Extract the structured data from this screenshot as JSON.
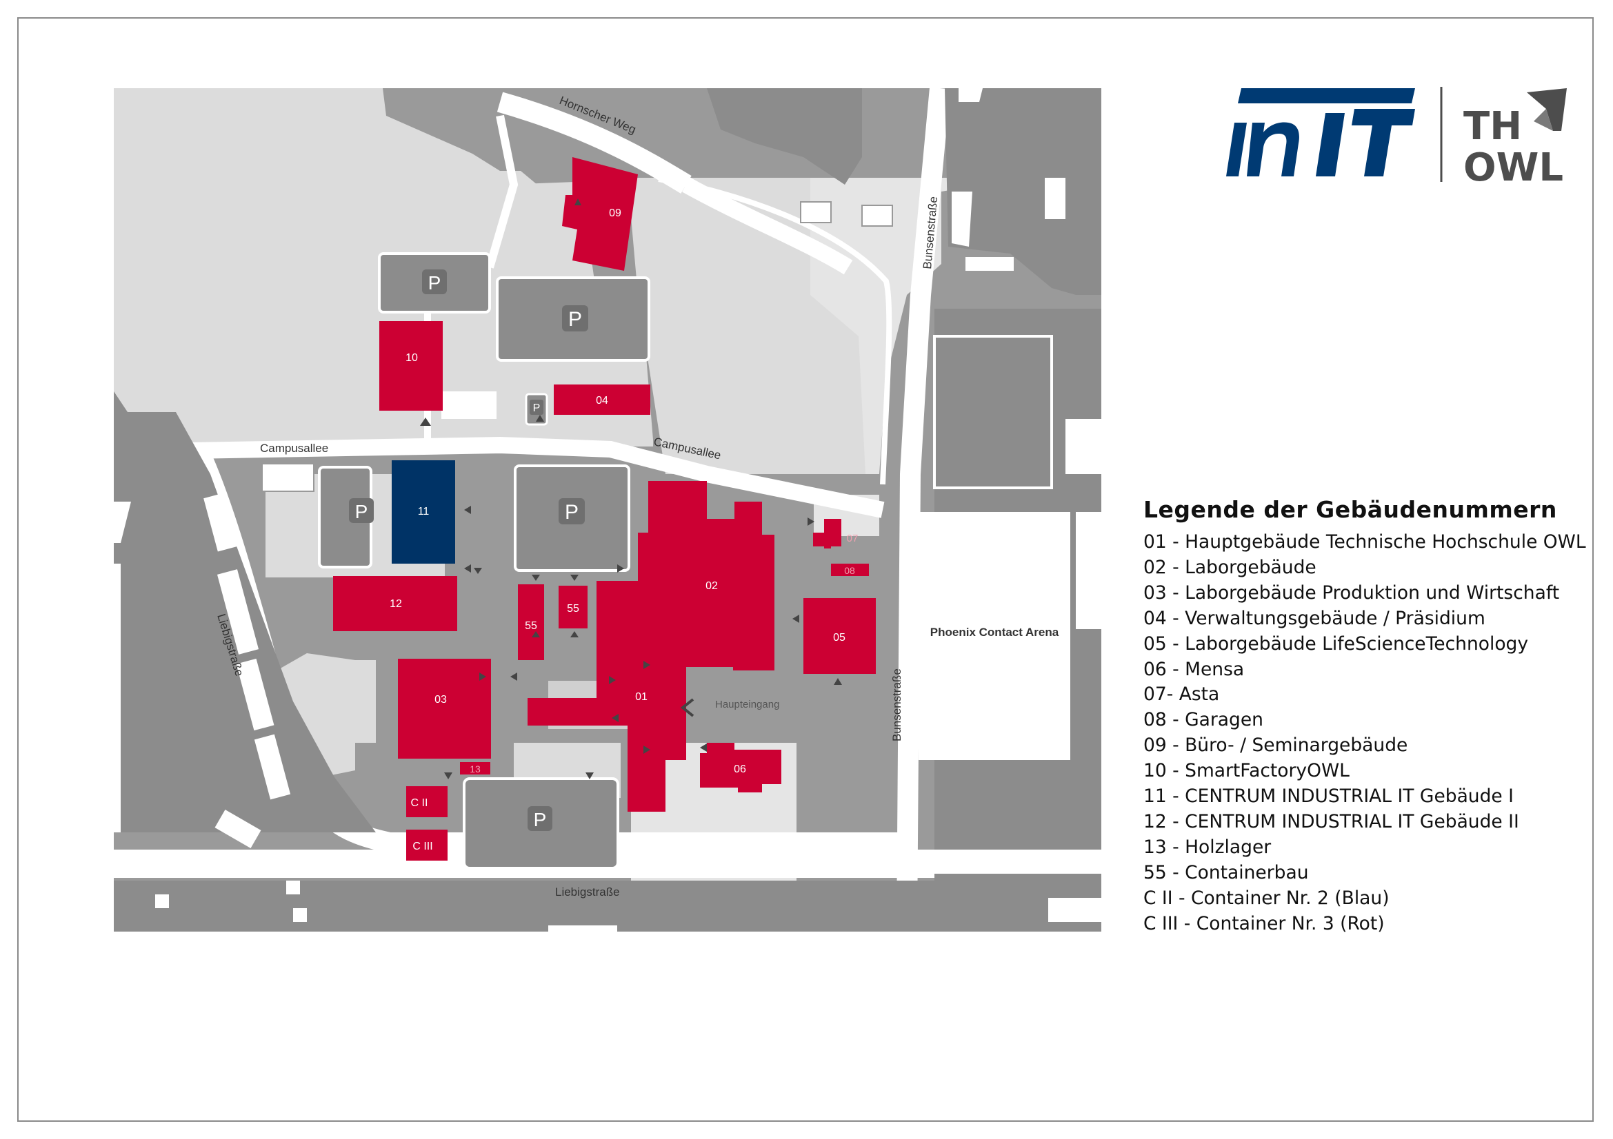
{
  "colors": {
    "background": "#ffffff",
    "map_base": "#9a9a9a",
    "open_area": "#dcdcdc",
    "road": "#ffffff",
    "parking": "#8c8c8c",
    "building_red": "#cc0033",
    "building_blue": "#003366",
    "brand_blue": "#003a73",
    "brand_grey": "#4d4d4d"
  },
  "logo": {
    "brand": "inIT",
    "partner": "TH OWL"
  },
  "map": {
    "streets": {
      "hornscher_weg": "Hornscher Weg",
      "campusallee_1": "Campusallee",
      "campusallee_2": "Campusallee",
      "bunsenstrasse_1": "Bunsenstraße",
      "bunsenstrasse_2": "Bunsenstraße",
      "liebigstrasse_1": "Liebigstraße",
      "liebigstrasse_2": "Liebigstraße"
    },
    "labels": {
      "haupteingang": "Haupteingang",
      "arena": "Phoenix Contact Arena"
    },
    "parking_symbol": "P",
    "buildings": {
      "b01": "01",
      "b02": "02",
      "b03": "03",
      "b04": "04",
      "b05": "05",
      "b06": "06",
      "b07": "07",
      "b08": "08",
      "b09": "09",
      "b10": "10",
      "b11": "11",
      "b12": "12",
      "b13": "13",
      "b55a": "55",
      "b55b": "55",
      "cii": "C II",
      "ciii": "C III"
    }
  },
  "legend": {
    "title": "Legende der Gebäudenummern",
    "items": [
      "01 - Hauptgebäude Technische Hochschule OWL",
      "02 - Laborgebäude",
      "03 - Laborgebäude Produktion und Wirtschaft",
      "04 - Verwaltungsgebäude / Präsidium",
      "05 - Laborgebäude LifeScienceTechnology",
      "06 - Mensa",
      "07- Asta",
      "08 - Garagen",
      "09 - Büro- / Seminargebäude",
      "10 - SmartFactoryOWL",
      "11 - CENTRUM INDUSTRIAL IT Gebäude I",
      "12 - CENTRUM INDUSTRIAL IT Gebäude II",
      "13 - Holzlager",
      "55 - Containerbau",
      "C II - Container Nr. 2 (Blau)",
      "C III - Container Nr. 3 (Rot)"
    ]
  }
}
